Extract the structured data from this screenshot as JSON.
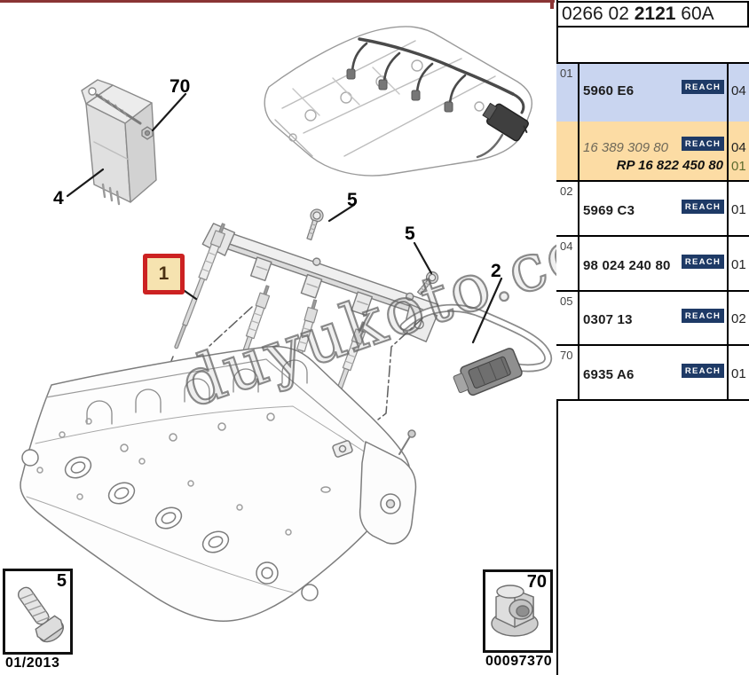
{
  "title_block": {
    "code_prefix": "0266 02 ",
    "code_bold": "2121",
    "code_suffix": " 60A"
  },
  "parts_table": {
    "reach_label": "REACH",
    "rows": [
      {
        "ref": "01",
        "part": "5960 E6",
        "qty": "04"
      },
      {
        "part_alt": "16 389 309 80",
        "qty_alt": "04",
        "rp_part": "RP 16 822 450 80",
        "rp_qty": "01"
      },
      {
        "ref": "02",
        "part": "5969 C3",
        "qty": "01"
      },
      {
        "ref": "04",
        "part": "98 024 240 80",
        "qty": "01"
      },
      {
        "ref": "05",
        "part": "0307 13",
        "qty": "02"
      },
      {
        "ref": "70",
        "part": "6935 A6",
        "qty": "01"
      }
    ]
  },
  "callouts": {
    "relay_nut": "70",
    "relay": "4",
    "bolt_a": "5",
    "bolt_b": "5",
    "harness": "2",
    "glow_plug": "1"
  },
  "thumb_boxes": {
    "bolt": {
      "label": "5",
      "caption": "01/2013"
    },
    "nut": {
      "label": "70",
      "caption": "00097370"
    }
  },
  "watermark_text": "duyukoto.com",
  "colors": {
    "accent_red": "#cc2222",
    "callout_box_fill": "#f6e3b0",
    "row_blue": "#c9d5f0",
    "row_orange": "#fcdca4",
    "reach_bg": "#1e3a66",
    "top_rule": "#8a3434",
    "rp_qty_green": "#5c6b2e",
    "alt_part_color": "#6e6858"
  }
}
